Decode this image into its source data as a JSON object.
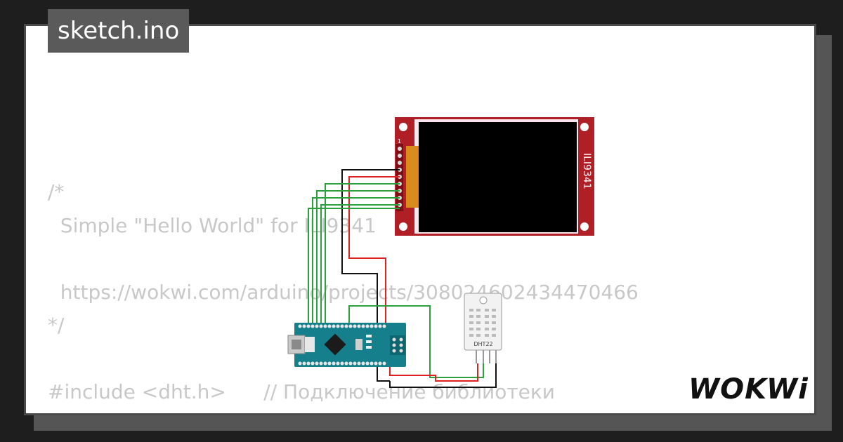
{
  "header": {
    "filename": "sketch.ino"
  },
  "code": {
    "lines": [
      "/*",
      "  Simple \"Hello World\" for ILI9341",
      "",
      "  https://wokwi.com/arduino/projects/308024602434470466",
      "*/",
      "",
      "#include <dht.h>      // Подключение библиотеки"
    ]
  },
  "display": {
    "label": "ILI9341",
    "pin_one_label": "1"
  },
  "sensor": {
    "label": "DHT22"
  },
  "brand": {
    "logo_text": "WOKWi"
  },
  "colors": {
    "background": "#1e1e1e",
    "card": "#ffffff",
    "filename_badge": "#5a5a5a",
    "pcb_red": "#b01e26",
    "arduino_teal": "#15808c",
    "wire_green": "#2aa13a",
    "wire_red": "#e02020",
    "wire_black": "#111111"
  }
}
